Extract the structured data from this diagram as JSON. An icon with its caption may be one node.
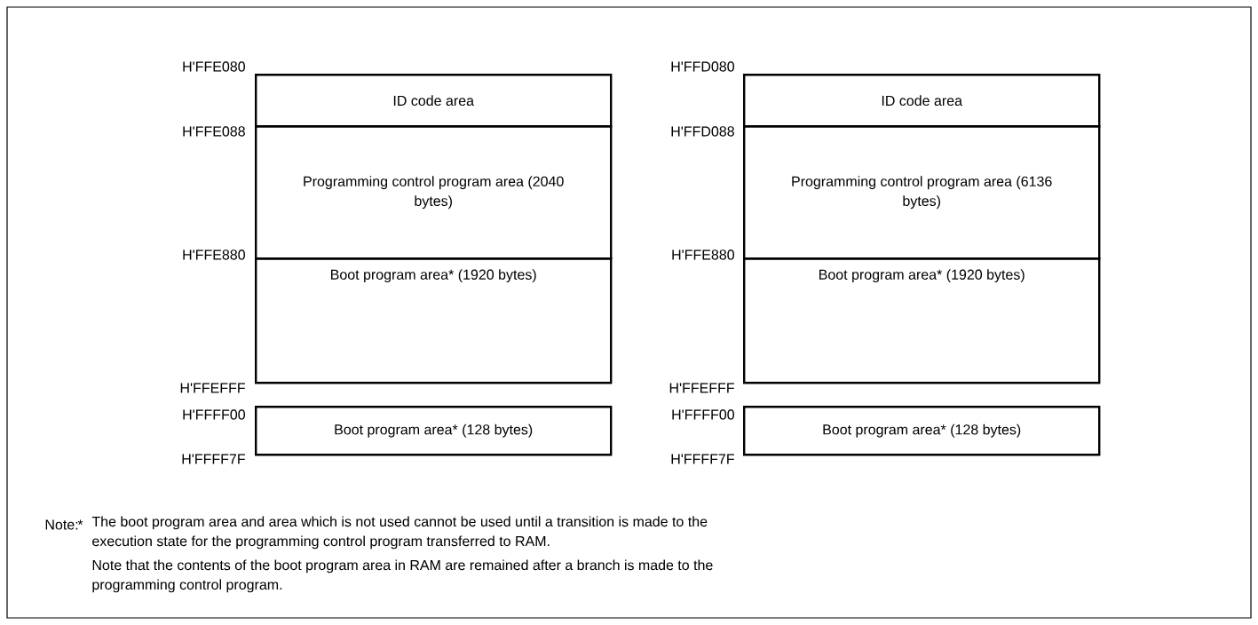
{
  "diagram": {
    "nodes": [
      {
        "text": [
          "ID code area"
        ]
      },
      {
        "text": [
          "Programming control program area (2040 bytes)"
        ]
      },
      {
        "text": [
          "Boot program area* (1920 bytes)"
        ]
      },
      {
        "text": [
          "Boot program area* (128 bytes)"
        ]
      },
      {
        "text": [
          "ID code area"
        ]
      },
      {
        "text": [
          "Programming control program area (6136 bytes)"
        ]
      },
      {
        "text": [
          "Boot program area* (1920 bytes)"
        ]
      },
      {
        "text": [
          "Boot program area* (128 bytes)"
        ]
      }
    ],
    "labels": [
      "H'FFE080",
      "H'FFD080",
      "H'FFE088",
      "H'FFD088",
      "H'FFE880",
      "H'FFE880",
      "H'FFEFFF",
      "H'FFEFFF",
      "H'FFFF00",
      "H'FFFF00",
      "H'FFFF7F",
      "H'FFFF7F",
      "Note:",
      "*",
      "The boot program area and area which is not used cannot be used until a transition is made to the execution state for the programming control program transferred to RAM.",
      "Note that the contents of the boot program area in RAM are remained after a branch is made to the programming control program."
    ]
  }
}
